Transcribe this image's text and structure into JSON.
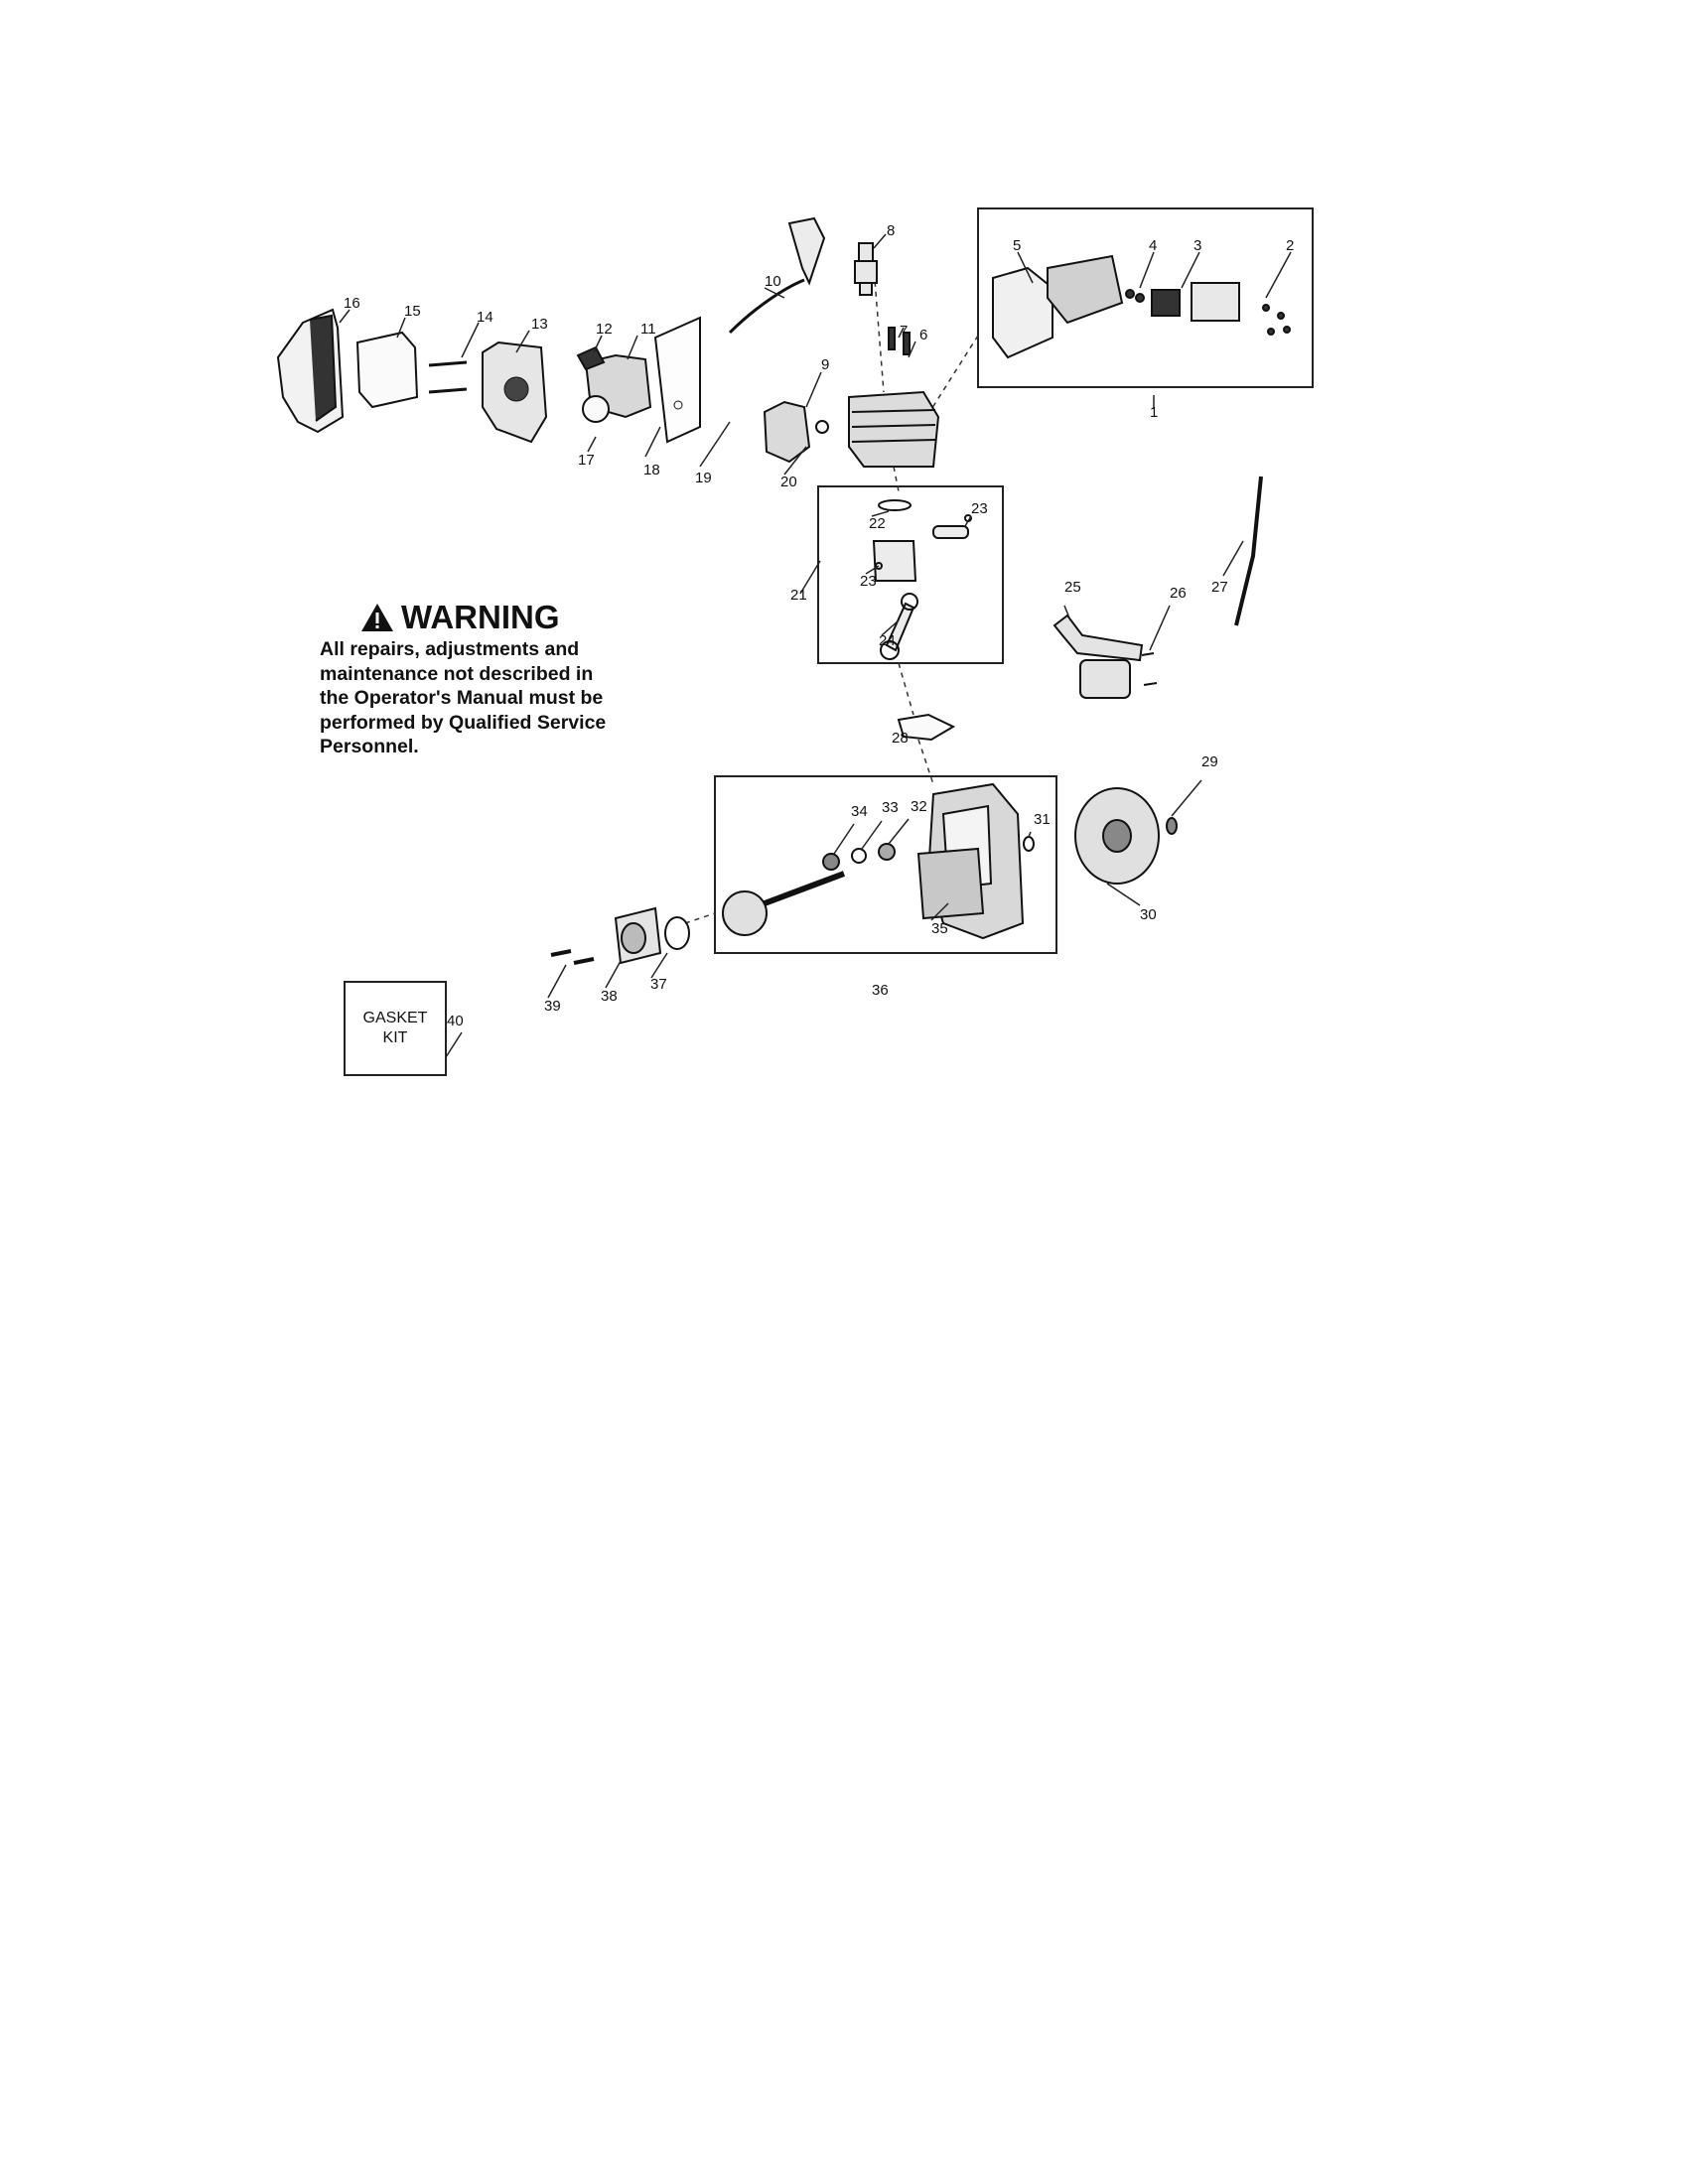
{
  "warning": {
    "title": "WARNING",
    "text": "All repairs, adjustments and\nmaintenance not described in\nthe Operator's Manual must be\nperformed by Qualified Service\nPersonnel."
  },
  "gasket_kit": {
    "label": "GASKET\nKIT",
    "number": "40"
  },
  "part_labels": [
    "1",
    "2",
    "3",
    "4",
    "5",
    "6",
    "7",
    "8",
    "9",
    "10",
    "11",
    "12",
    "13",
    "14",
    "15",
    "16",
    "17",
    "18",
    "19",
    "20",
    "21",
    "22",
    "23",
    "23",
    "24",
    "25",
    "26",
    "27",
    "28",
    "29",
    "30",
    "31",
    "32",
    "33",
    "34",
    "35",
    "36",
    "37",
    "38",
    "39"
  ]
}
